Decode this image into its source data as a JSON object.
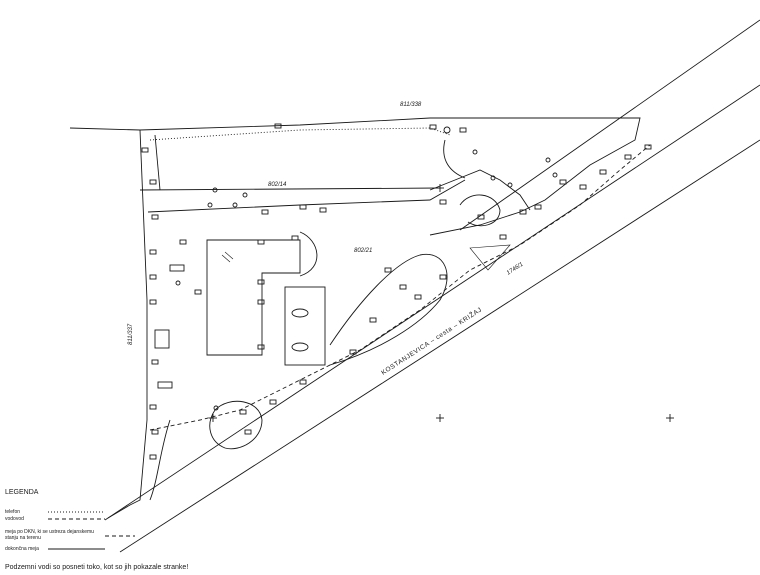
{
  "parcels": {
    "p1": "811/338",
    "p2": "802/14",
    "p3": "802/21",
    "p4": "811/337",
    "p5": "1746/1"
  },
  "street_label": "KOSTANJEVICA – cesta – KRIŽAJ",
  "legend": {
    "title": "LEGENDA",
    "items": [
      {
        "label": "telefon"
      },
      {
        "label": "vodovod"
      },
      {
        "label": "meja po DKN, ki se ustreza dejanskemu"
      },
      {
        "label": "stanju na terenu"
      },
      {
        "label": "dokončna meja"
      }
    ]
  },
  "footer_note": "Podzemni vodi so posneti toko, kot so jih pokazale stranke!",
  "colors": {
    "ink": "#1a1a1a",
    "background": "#ffffff"
  }
}
